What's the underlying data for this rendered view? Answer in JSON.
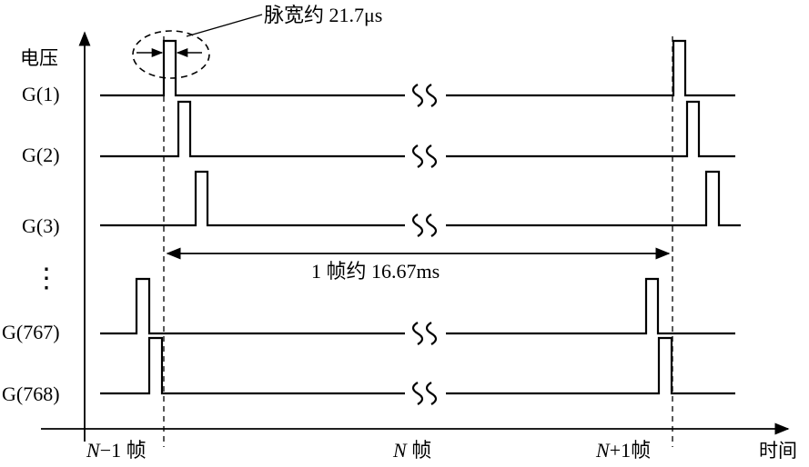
{
  "labels": {
    "y_axis": "电压",
    "x_axis": "时间",
    "pulse_width": "脉宽约 21.7μs",
    "frame_duration": "1 帧约 16.67ms",
    "ellipsis": "⋮"
  },
  "frames": {
    "prev": {
      "italic": "N",
      "rest": "−1 帧"
    },
    "current": {
      "italic": "N",
      "rest": " 帧"
    },
    "next": {
      "italic": "N",
      "rest": "+1帧"
    }
  },
  "signals": [
    {
      "label": "G(1)"
    },
    {
      "label": "G(2)"
    },
    {
      "label": "G(3)"
    },
    {
      "label": "G(767)"
    },
    {
      "label": "G(768)"
    }
  ],
  "icons": {
    "break_mark": "wavy-break-icon",
    "axis_arrow": "arrowhead-icon"
  }
}
